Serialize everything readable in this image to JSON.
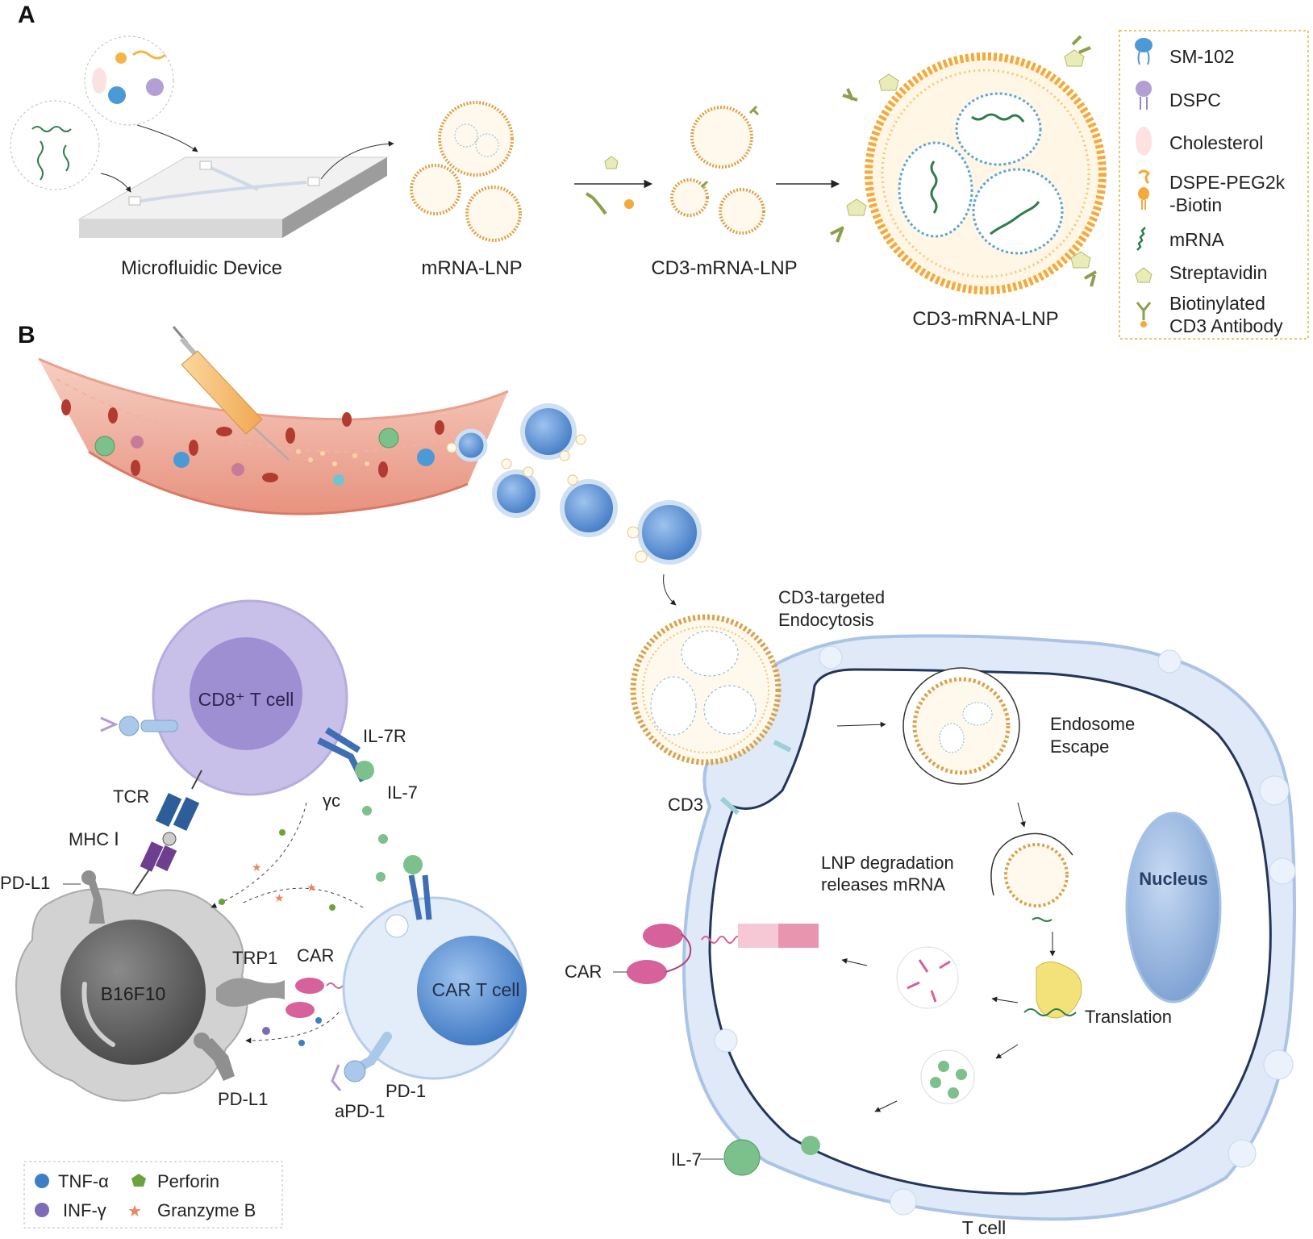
{
  "panels": {
    "a": "A",
    "b": "B"
  },
  "panel_a": {
    "stages": [
      "Microfluidic Device",
      "mRNA-LNP",
      "CD3-mRNA-LNP",
      "CD3-mRNA-LNP"
    ]
  },
  "legend_a": [
    {
      "label": "SM-102",
      "icon": "sm102-lipid-icon"
    },
    {
      "label": "DSPC",
      "icon": "dspc-lipid-icon"
    },
    {
      "label": "Cholesterol",
      "icon": "cholesterol-icon"
    },
    {
      "label": "DSPE-PEG2k",
      "label2": "-Biotin",
      "icon": "dspe-peg-biotin-icon"
    },
    {
      "label": "mRNA",
      "icon": "mrna-icon"
    },
    {
      "label": "Streptavidin",
      "icon": "streptavidin-icon"
    },
    {
      "label": "Biotinylated",
      "label2": "CD3 Antibody",
      "icon": "cd3-antibody-icon"
    }
  ],
  "panel_b": {
    "cells": {
      "cd8": "CD8⁺ T  cell",
      "car_t": "CAR T  cell",
      "tumor": "B16F10",
      "nucleus": "Nucleus",
      "t_cell": "T  cell"
    },
    "labels": {
      "il7r": "IL-7R",
      "il7_a": "IL-7",
      "gamma_c": "γc",
      "tcr": "TCR",
      "mhc": "MHC  Ⅰ",
      "pdl1_a": "PD-L1",
      "pdl1_b": "PD-L1",
      "trp1": "TRP1",
      "car_a": "CAR",
      "car_b": "CAR",
      "pd1": "PD-1",
      "apd1": "aPD-1",
      "cd3": "CD3",
      "il7_b": "IL-7",
      "endocytosis_1": "CD3-targeted",
      "endocytosis_2": "Endocytosis",
      "escape_1": "Endosome",
      "escape_2": "Escape",
      "degrade_1": "LNP degradation",
      "degrade_2": "releases mRNA",
      "translation": "Translation"
    },
    "legend": [
      {
        "label": "TNF-α",
        "color": "#3d7fc6",
        "icon": "tnf-alpha-dot-icon"
      },
      {
        "label": "Perforin",
        "color": "#6aa23c",
        "icon": "perforin-pentagon-icon"
      },
      {
        "label": "INF-γ",
        "color": "#7e6bb8",
        "icon": "inf-gamma-dot-icon"
      },
      {
        "label": "Granzyme B",
        "color": "#e9875c",
        "icon": "granzyme-star-icon"
      }
    ]
  },
  "colors": {
    "lipid_orange": "#f4a93a",
    "mrna_green": "#2f7d4f",
    "vessel_pink": "#f2b5a6",
    "cd8_purple": "#a99bd6",
    "car_blue": "#a9c8ea",
    "tcell_blue": "#c9daf1",
    "il7_green": "#7cc08c",
    "car_pink": "#d7619a"
  }
}
